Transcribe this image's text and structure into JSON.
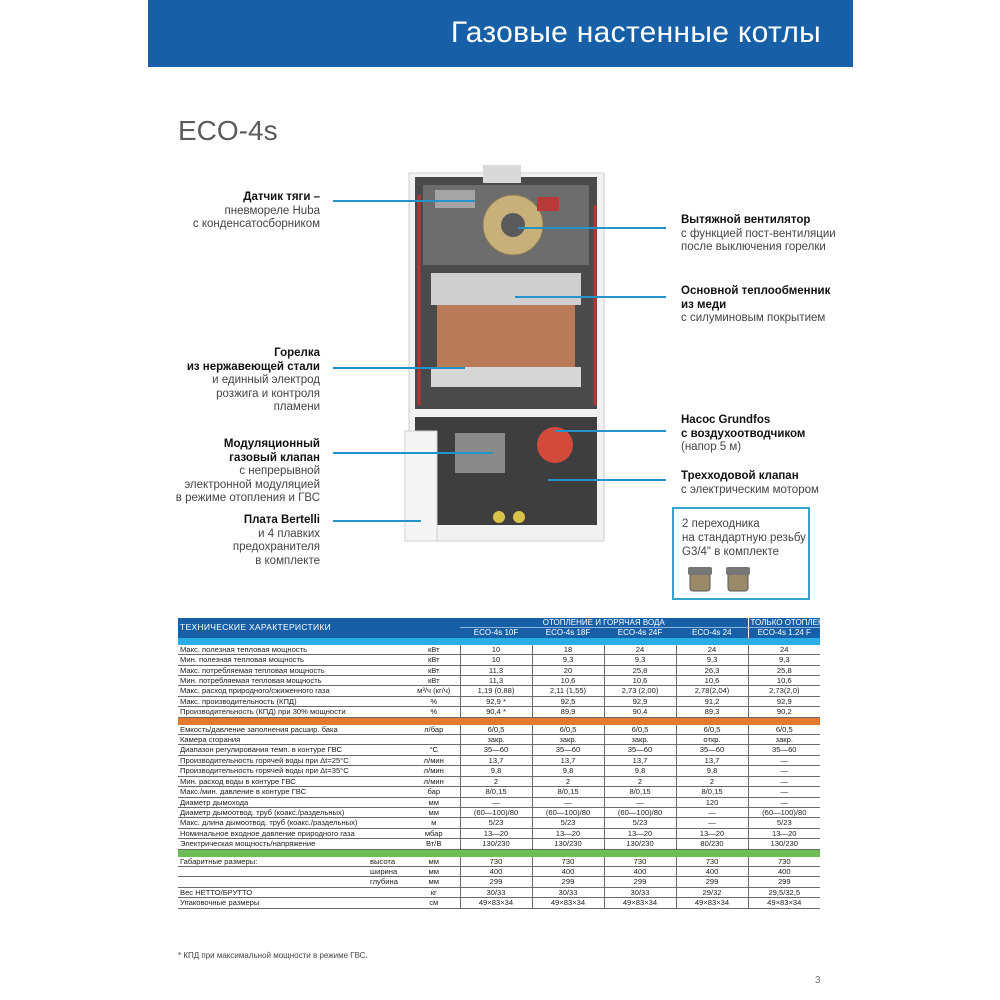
{
  "header": {
    "title": "Газовые настенные котлы"
  },
  "model": "ECO-4s",
  "labels_left": [
    {
      "bold": [
        "Датчик тяги –"
      ],
      "normal": [
        "пневмореле Huba",
        "с конденсатосборником"
      ]
    },
    {
      "bold": [
        "Горелка",
        "из нержавеющей стали"
      ],
      "normal": [
        "и единный электрод",
        "розжига и контроля",
        "пламени"
      ]
    },
    {
      "bold": [
        "Модуляционный",
        "газовый клапан"
      ],
      "normal": [
        "с непрерывной",
        "электронной модуляцией",
        "в режиме отопления и ГВС"
      ]
    },
    {
      "bold": [
        "Плата Bertelli"
      ],
      "normal": [
        "и 4 плавких",
        "предохранителя",
        "в комплекте"
      ]
    }
  ],
  "labels_right": [
    {
      "bold": [
        "Вытяжной вентилятор"
      ],
      "normal": [
        "с функцией пост-вентиляции",
        "после выключения горелки"
      ]
    },
    {
      "bold": [
        "Основной теплообменник",
        "из меди"
      ],
      "normal": [
        "с силуминовым покрытием"
      ]
    },
    {
      "bold": [
        "Насос Grundfos",
        "с воздухоотводчиком"
      ],
      "normal": [
        "(напор 5 м)"
      ]
    },
    {
      "bold": [
        "Трехходовой клапан"
      ],
      "normal": [
        "с электрическим мотором"
      ]
    }
  ],
  "callout": [
    "2 переходника",
    "на стандартную резьбу",
    "G3/4\" в комплекте"
  ],
  "table": {
    "title": "ТЕХНИЧЕСКИЕ ХАРАКТЕРИСТИКИ",
    "group1": "ОТОПЛЕНИЕ И ГОРЯЧАЯ ВОДА",
    "group2": "ТОЛЬКО ОТОПЛЕНИЕ",
    "models": [
      "ECO-4s 10F",
      "ECO-4s 18F",
      "ECO-4s 24F",
      "ECO-4s 24",
      "ECO-4s 1.24 F"
    ],
    "section1": [
      {
        "name": "Макс. полезная тепловая мощность",
        "unit": "кВт",
        "values": [
          "10",
          "18",
          "24",
          "24",
          "24"
        ]
      },
      {
        "name": "Мин. полезная тепловая мощность",
        "unit": "кВт",
        "values": [
          "10",
          "9,3",
          "9,3",
          "9,3",
          "9,3"
        ]
      },
      {
        "name": "Макс. потребляемая тепловая мощность",
        "unit": "кВт",
        "values": [
          "11,3",
          "20",
          "25,8",
          "26,3",
          "25,8"
        ]
      },
      {
        "name": "Мин. потребляемая тепловая мощность",
        "unit": "кВт",
        "values": [
          "11,3",
          "10,6",
          "10,6",
          "10,6",
          "10,6"
        ]
      },
      {
        "name": "Макс. расход природного/сжиженного газа",
        "unit": "м³/ч (кг/ч)",
        "values": [
          "1,19 (0,88)",
          "2,11 (1,55)",
          "2,73 (2,00)",
          "2,78(2,04)",
          "2,73(2,0)"
        ]
      },
      {
        "name": "Макс. производительность (КПД)",
        "unit": "%",
        "values": [
          "92,9 *",
          "92,5",
          "92,9",
          "91,2",
          "92,9"
        ]
      },
      {
        "name": "Производительность (КПД) при 30% мощности",
        "unit": "%",
        "values": [
          "90,4 *",
          "89,9",
          "90,4",
          "89,3",
          "90,2"
        ]
      }
    ],
    "section2": [
      {
        "name": "Емкость/давление заполнения расшир. бака",
        "unit": "л/бар",
        "values": [
          "6/0,5",
          "6/0,5",
          "6/0,5",
          "6/0,5",
          "6/0,5"
        ]
      },
      {
        "name": "Камера сгорания",
        "unit": "",
        "values": [
          "закр.",
          "закр.",
          "закр.",
          "откр.",
          "закр."
        ]
      },
      {
        "name": "Диапазон регулирования темп. в контуре ГВС",
        "unit": "°C",
        "values": [
          "35—60",
          "35—60",
          "35—60",
          "35—60",
          "35—60"
        ]
      },
      {
        "name": "Производительность горячей воды при Δt=25°C",
        "unit": "л/мин",
        "values": [
          "13,7",
          "13,7",
          "13,7",
          "13,7",
          "—"
        ]
      },
      {
        "name": "Производительность горячей воды при Δt=35°C",
        "unit": "л/мин",
        "values": [
          "9,8",
          "9,8",
          "9,8",
          "9,8",
          "—"
        ]
      },
      {
        "name": "Мин. расход воды в контуре ГВС",
        "unit": "л/мин",
        "values": [
          "2",
          "2",
          "2",
          "2",
          "—"
        ]
      },
      {
        "name": "Макс./мин. давление в контуре ГВС",
        "unit": "бар",
        "values": [
          "8/0,15",
          "8/0,15",
          "8/0,15",
          "8/0,15",
          "—"
        ]
      },
      {
        "name": "Диаметр дымохода",
        "unit": "мм",
        "values": [
          "—",
          "—",
          "—",
          "120",
          "—"
        ]
      },
      {
        "name": "Диаметр дымоотвод. труб (коакс./раздельных)",
        "unit": "мм",
        "values": [
          "(60—100)/80",
          "(60—100)/80",
          "(60—100)/80",
          "—",
          "(60—100)/80"
        ]
      },
      {
        "name": "Макс. длина дымоотвод. труб (коакс./раздельных)",
        "unit": "м",
        "values": [
          "5/23",
          "5/23",
          "5/23",
          "—",
          "5/23"
        ]
      },
      {
        "name": "Номинальное входное давление природного газа",
        "unit": "мбар",
        "values": [
          "13—20",
          "13—20",
          "13—20",
          "13—20",
          "13—20"
        ]
      },
      {
        "name": "Электрическая мощность/напряжение",
        "unit": "Вт/В",
        "values": [
          "130/230",
          "130/230",
          "130/230",
          "80/230",
          "130/230"
        ]
      }
    ],
    "dimensions": {
      "name": "Габаритные размеры:",
      "rows": [
        {
          "sub": "высота",
          "unit": "мм",
          "values": [
            "730",
            "730",
            "730",
            "730",
            "730"
          ]
        },
        {
          "sub": "ширина",
          "unit": "мм",
          "values": [
            "400",
            "400",
            "400",
            "400",
            "400"
          ]
        },
        {
          "sub": "глубина",
          "unit": "мм",
          "values": [
            "299",
            "299",
            "299",
            "299",
            "299"
          ]
        }
      ]
    },
    "section3": [
      {
        "name": "Вес НЕТТО/БРУТТО",
        "unit": "кг",
        "values": [
          "30/33",
          "30/33",
          "30/33",
          "29/32",
          "29,5/32,5"
        ]
      },
      {
        "name": "Упаковочные размеры",
        "unit": "см",
        "values": [
          "49×83×34",
          "49×83×34",
          "49×83×34",
          "49×83×34",
          "49×83×34"
        ]
      }
    ]
  },
  "footnote": "* КПД при максимальной мощности в режиме ГВС.",
  "page_number": "3"
}
